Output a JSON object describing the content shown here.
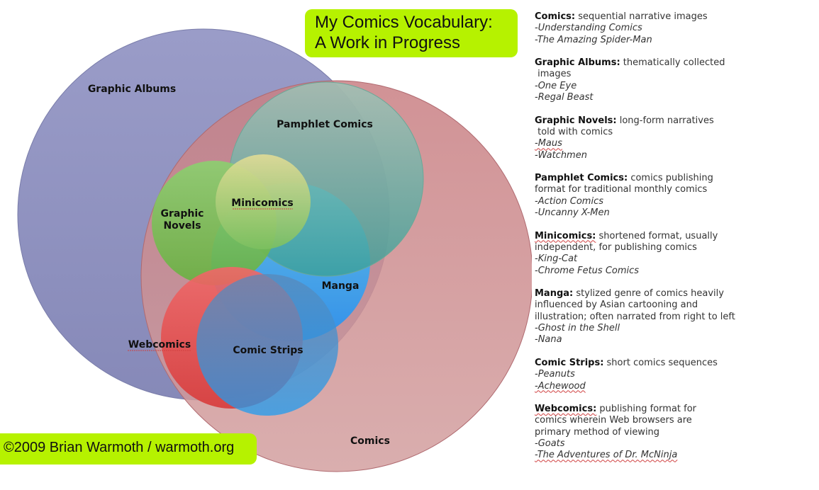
{
  "title": {
    "line1": "My Comics Vocabulary:",
    "line2": "A Work in Progress"
  },
  "credit": "©2009 Brian Warmoth / warmoth.org",
  "venn_labels": {
    "graphic_albums": "Graphic Albums",
    "pamphlet_comics": "Pamphlet Comics",
    "minicomics": "Minicomics",
    "graphic_novels_1": "Graphic",
    "graphic_novels_2": "Novels",
    "manga": "Manga",
    "webcomics": "Webcomics",
    "comic_strips": "Comic Strips",
    "comics": "Comics"
  },
  "colors": {
    "graphic_albums": "#8c8fbf",
    "comics": "#cc8888",
    "pamphlet_comics": "#7fb8a8",
    "graphic_novels": "#7cc260",
    "minicomics": "#d8d890",
    "manga": "#45aadd",
    "webcomics": "#e85050",
    "comic_strips": "#3a96e0",
    "title_box": "#b6f200"
  },
  "legend": [
    {
      "term": "Comics:",
      "def": [
        " sequential narrative images"
      ],
      "examples": [
        "-Understanding Comics",
        "-The Amazing Spider-Man"
      ]
    },
    {
      "term": "Graphic Albums:",
      "def": [
        " thematically collected",
        " images"
      ],
      "examples": [
        "-One Eye",
        "-Regal Beast"
      ]
    },
    {
      "term": "Graphic Novels:",
      "def": [
        " long-form narratives",
        " told with comics"
      ],
      "examples": [
        "-Maus",
        "-Watchmen"
      ]
    },
    {
      "term": "Pamphlet Comics:",
      "def": [
        " comics publishing",
        "format for traditional monthly comics"
      ],
      "examples": [
        "-Action Comics",
        "-Uncanny X-Men"
      ]
    },
    {
      "term": "Minicomics:",
      "def": [
        " shortened format, usually",
        "independent, for publishing comics"
      ],
      "examples": [
        "-King-Cat",
        "-Chrome Fetus Comics"
      ]
    },
    {
      "term": "Manga:",
      "def": [
        " stylized genre of comics heavily",
        "influenced by Asian cartooning and",
        "illustration; often narrated from right to left"
      ],
      "examples": [
        "-Ghost in the Shell",
        "-Nana"
      ]
    },
    {
      "term": "Comic Strips:",
      "def": [
        " short comics sequences"
      ],
      "examples": [
        "-Peanuts",
        "-Achewood"
      ]
    },
    {
      "term": "Webcomics:",
      "def": [
        " publishing format for",
        "comics wherein Web browsers are",
        "primary method of viewing"
      ],
      "examples": [
        "-Goats",
        "-The Adventures of Dr. McNinja"
      ]
    }
  ]
}
